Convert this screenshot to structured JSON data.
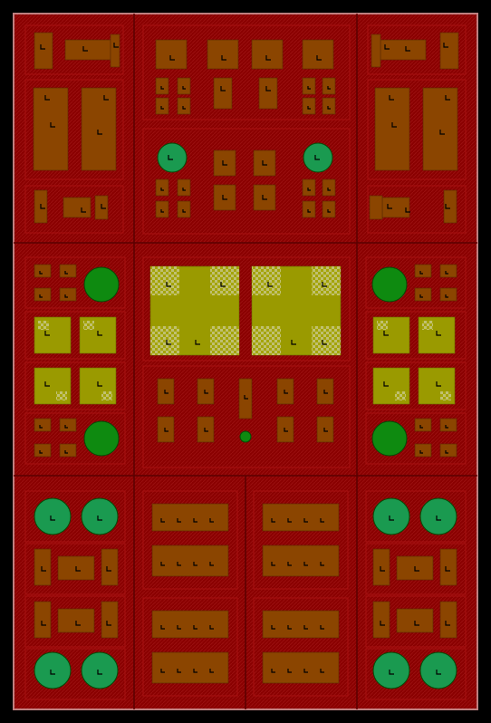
{
  "colors": {
    "background": "#000000",
    "board": "#8a0000",
    "board_border": "#c07a7a",
    "region_line": "#5a0000",
    "inner_line": "#a81010",
    "brown_block": "#8b4500",
    "olive_block": "#9a9a00",
    "olive_checker": "#b5b560",
    "green_circle": "#0e8a10",
    "green_circle_teal": "#1a9a50",
    "pin_mark": "#000000"
  },
  "icons": {
    "brown-block": "rect",
    "olive-pad": "rect",
    "green-via": "circle",
    "pin-mark": "corner-glyph"
  }
}
